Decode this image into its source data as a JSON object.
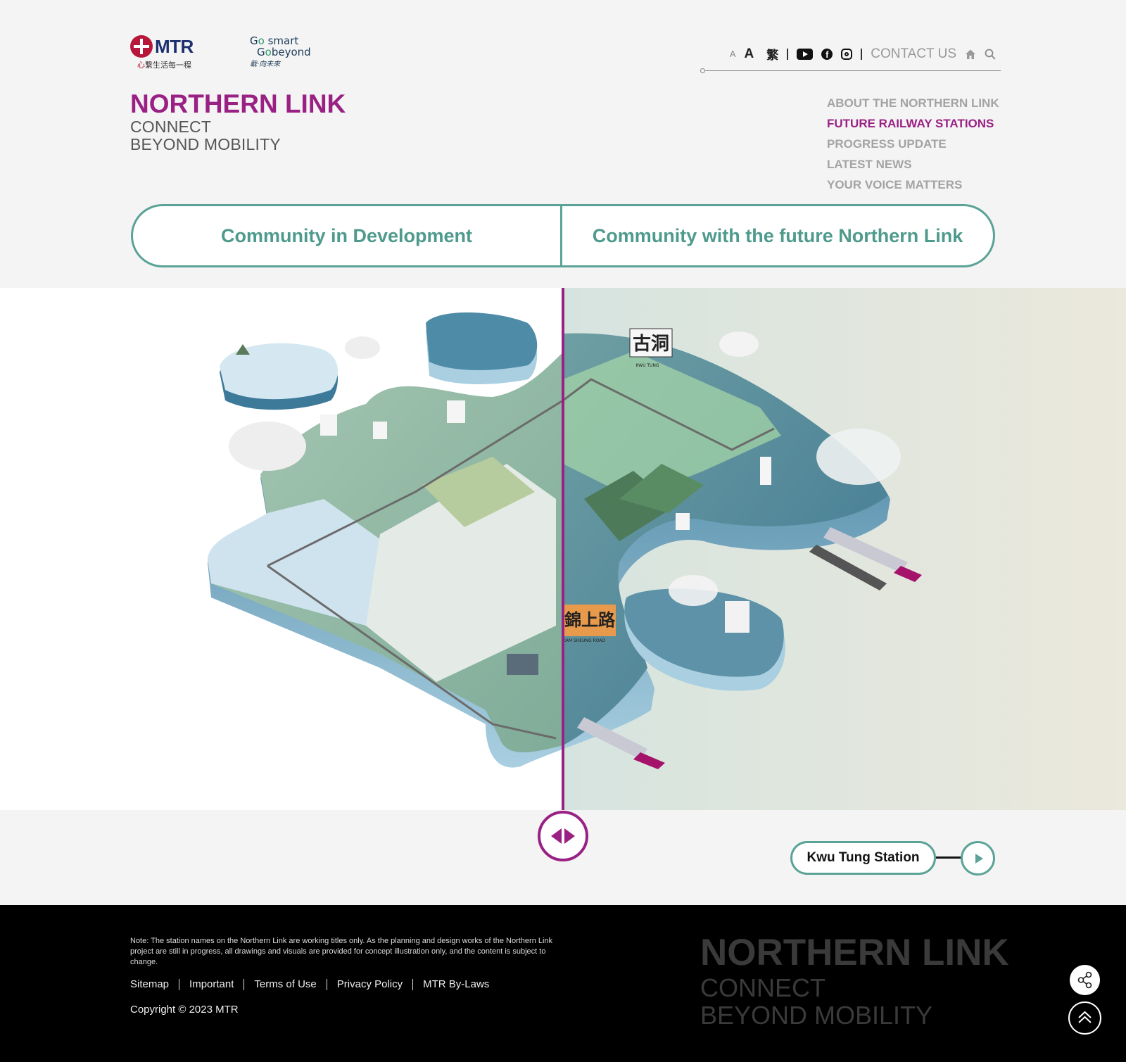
{
  "header": {
    "mtr_logo": {
      "word": "MTR",
      "tagline_heart": "心",
      "tagline": "繫生活每一程"
    },
    "campaign_logo": {
      "line1": "smart",
      "line2": "beyond",
      "chinese": "載·向未來",
      "prefix": "G"
    },
    "font_small": "A",
    "font_large": "A",
    "language": "繁",
    "social": [
      "youtube-icon",
      "facebook-icon",
      "instagram-icon"
    ],
    "contact": "CONTACT US"
  },
  "brand": {
    "title": "NORTHERN LINK",
    "sub1": "CONNECT",
    "sub2": "BEYOND MOBILITY"
  },
  "nav": {
    "items": [
      {
        "label": "ABOUT THE NORTHERN LINK"
      },
      {
        "label": "FUTURE RAILWAY STATIONS"
      },
      {
        "label": "PROGRESS UPDATE"
      },
      {
        "label": "LATEST NEWS"
      },
      {
        "label": "YOUR VOICE MATTERS"
      }
    ],
    "active_index": 1
  },
  "toggle": {
    "left_label": "Community in Development",
    "right_label": "Community with the future Northern Link"
  },
  "map": {
    "sign_top": "古洞",
    "sign_top_en": "KWU TUNG",
    "sign_bottom": "錦上路",
    "sign_bottom_en": "KAM SHEUNG ROAD"
  },
  "station": {
    "label": "Kwu Tung Station"
  },
  "footer": {
    "note": "Note: The station names on the Northern Link are working titles only. As the planning and design works of the Northern Link project are still in progress, all drawings and visuals are provided for concept illustration only, and the content is subject to change.",
    "links": [
      "Sitemap",
      "Important",
      "Terms of Use",
      "Privacy Policy",
      "MTR By-Laws"
    ],
    "copyright": "Copyright © 2023 MTR",
    "brand_title": "NORTHERN LINK",
    "brand_sub1": "CONNECT",
    "brand_sub2": "BEYOND MOBILITY"
  },
  "colors": {
    "brand_purple": "#9a2184",
    "teal": "#5aa396",
    "mtr_red": "#b6173a"
  }
}
